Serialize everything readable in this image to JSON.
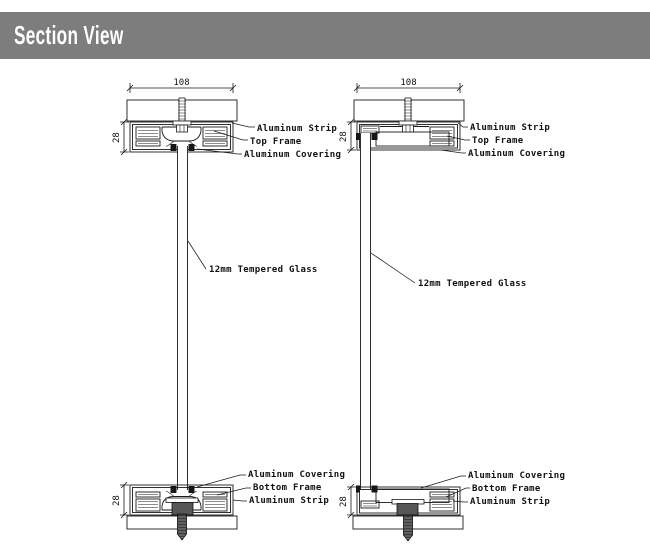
{
  "header": {
    "title": "Section View"
  },
  "colors": {
    "header_bg": "#7d7d7d",
    "header_text": "#ffffff",
    "line": "#1a1a1a",
    "anchor_block": "#575757"
  },
  "drawings": {
    "left": {
      "width_dim": "108",
      "top_height_dim": "28",
      "bottom_height_dim": "28",
      "top_labels": [
        "Aluminum Strip",
        "Top Frame",
        "Aluminum Covering"
      ],
      "glass_label": "12mm Tempered Glass",
      "bottom_labels": [
        "Aluminum Covering",
        "Bottom Frame",
        "Aluminum Strip"
      ]
    },
    "right": {
      "width_dim": "108",
      "top_height_dim": "28",
      "bottom_height_dim": "28",
      "top_labels": [
        "Aluminum Strip",
        "Top Frame",
        "Aluminum Covering"
      ],
      "glass_label": "12mm Tempered Glass",
      "bottom_labels": [
        "Aluminum Covering",
        "Bottom Frame",
        "Aluminum Strip"
      ]
    }
  }
}
